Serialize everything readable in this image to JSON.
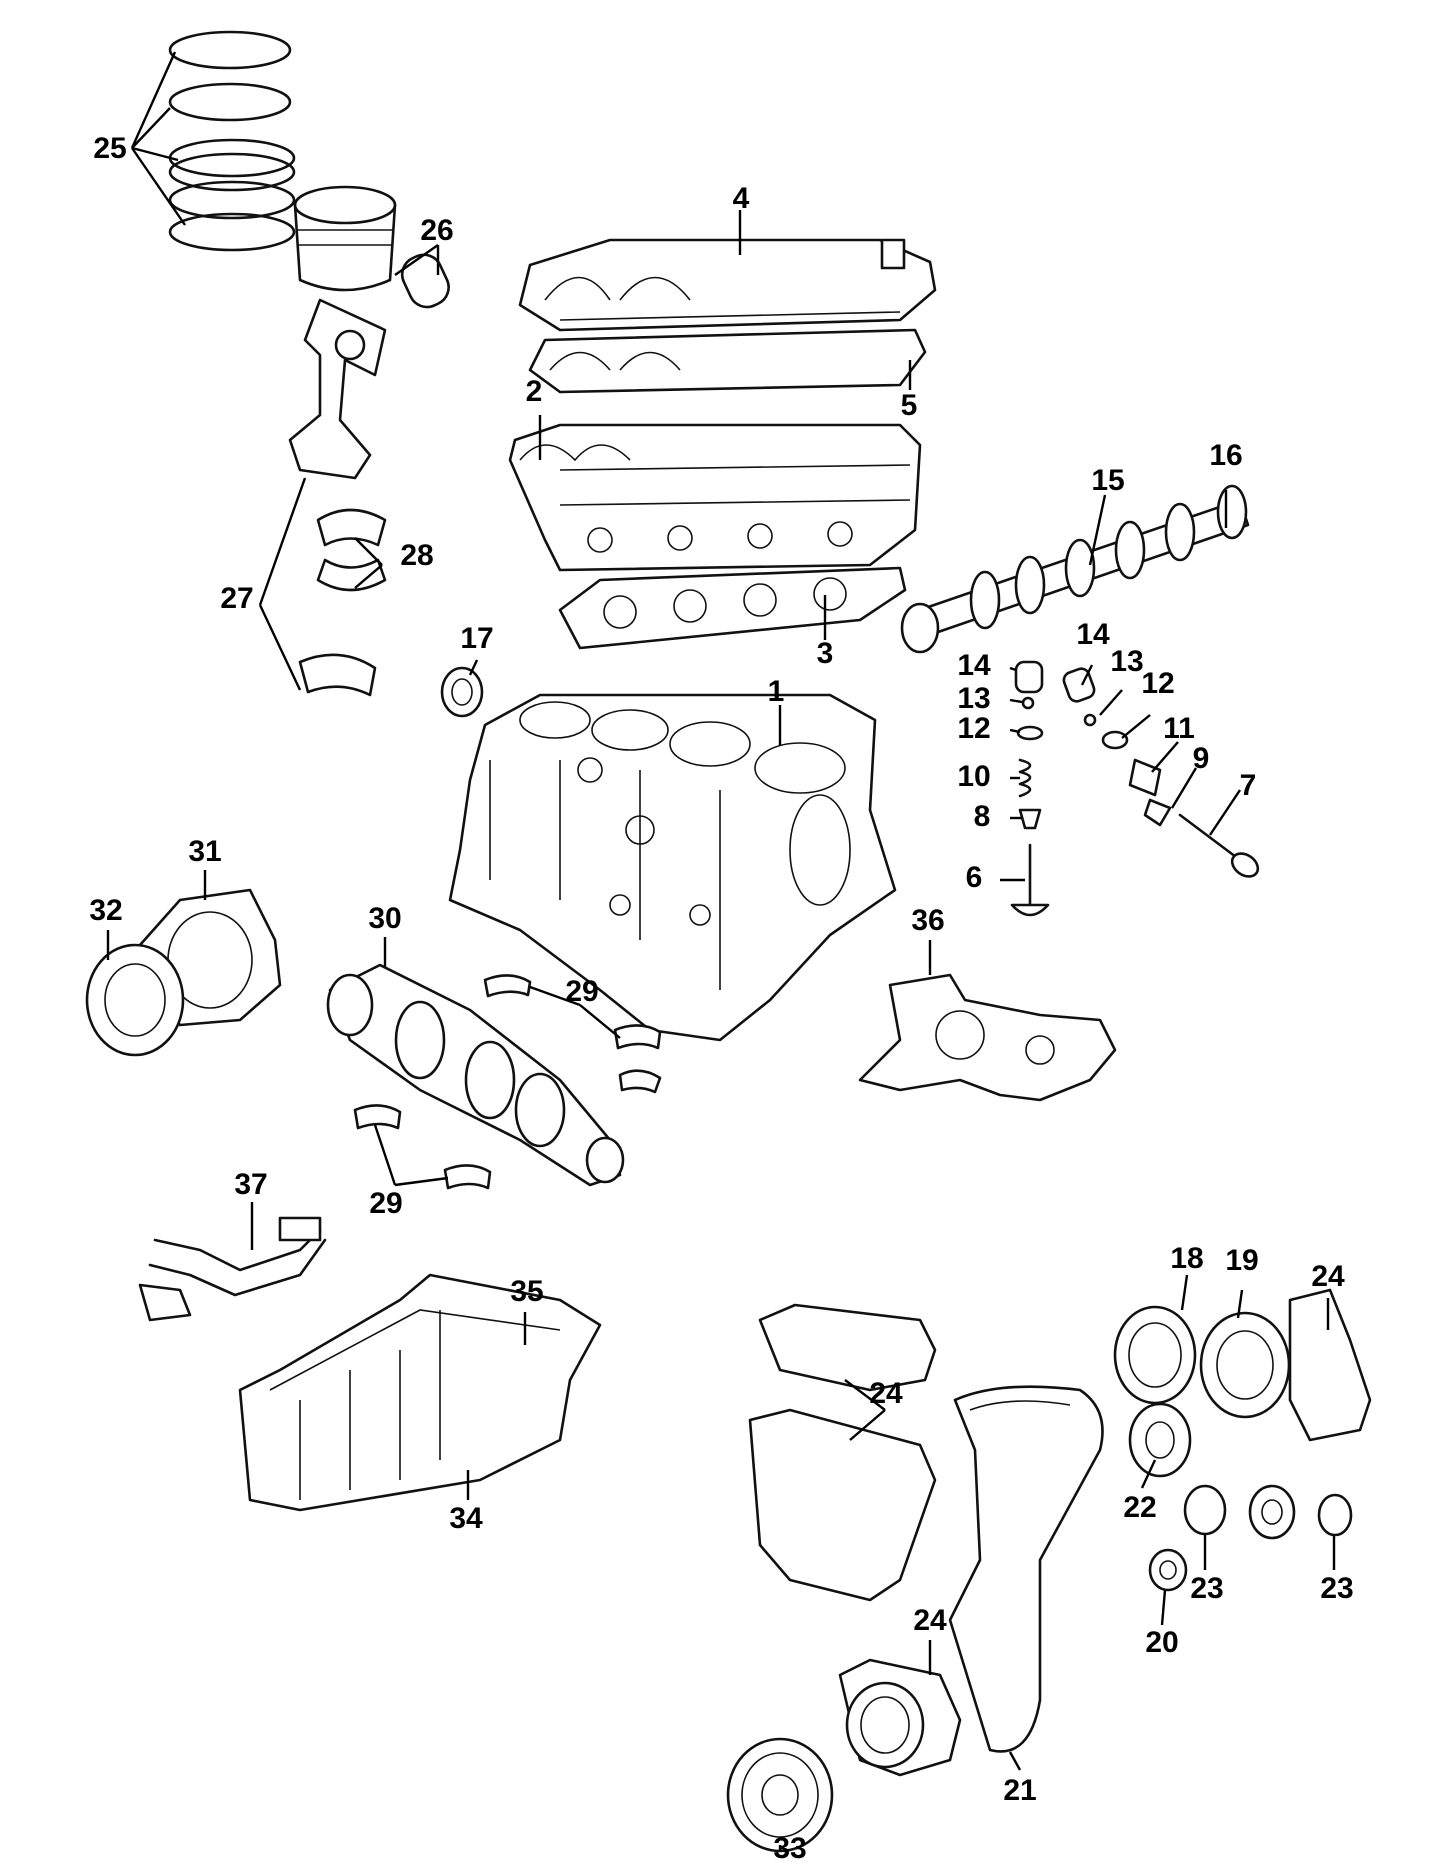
{
  "diagram": {
    "colors": {
      "line": "#111111",
      "background": "#ffffff"
    },
    "callouts": [
      {
        "id": "c1",
        "label": "1"
      },
      {
        "id": "c2",
        "label": "2"
      },
      {
        "id": "c3",
        "label": "3"
      },
      {
        "id": "c4",
        "label": "4"
      },
      {
        "id": "c5",
        "label": "5"
      },
      {
        "id": "c6",
        "label": "6"
      },
      {
        "id": "c7",
        "label": "7"
      },
      {
        "id": "c8",
        "label": "8"
      },
      {
        "id": "c9",
        "label": "9"
      },
      {
        "id": "c10",
        "label": "10"
      },
      {
        "id": "c11",
        "label": "11"
      },
      {
        "id": "c12a",
        "label": "12"
      },
      {
        "id": "c12b",
        "label": "12"
      },
      {
        "id": "c13a",
        "label": "13"
      },
      {
        "id": "c13b",
        "label": "13"
      },
      {
        "id": "c14a",
        "label": "14"
      },
      {
        "id": "c14b",
        "label": "14"
      },
      {
        "id": "c15",
        "label": "15"
      },
      {
        "id": "c16",
        "label": "16"
      },
      {
        "id": "c17",
        "label": "17"
      },
      {
        "id": "c18",
        "label": "18"
      },
      {
        "id": "c19",
        "label": "19"
      },
      {
        "id": "c20",
        "label": "20"
      },
      {
        "id": "c21",
        "label": "21"
      },
      {
        "id": "c22",
        "label": "22"
      },
      {
        "id": "c23a",
        "label": "23"
      },
      {
        "id": "c23b",
        "label": "23"
      },
      {
        "id": "c24a",
        "label": "24"
      },
      {
        "id": "c24b",
        "label": "24"
      },
      {
        "id": "c24c",
        "label": "24"
      },
      {
        "id": "c25",
        "label": "25"
      },
      {
        "id": "c26",
        "label": "26"
      },
      {
        "id": "c27",
        "label": "27"
      },
      {
        "id": "c28",
        "label": "28"
      },
      {
        "id": "c29a",
        "label": "29"
      },
      {
        "id": "c29b",
        "label": "29"
      },
      {
        "id": "c30",
        "label": "30"
      },
      {
        "id": "c31",
        "label": "31"
      },
      {
        "id": "c32",
        "label": "32"
      },
      {
        "id": "c33",
        "label": "33"
      },
      {
        "id": "c34",
        "label": "34"
      },
      {
        "id": "c35",
        "label": "35"
      },
      {
        "id": "c36",
        "label": "36"
      },
      {
        "id": "c37",
        "label": "37"
      }
    ]
  }
}
